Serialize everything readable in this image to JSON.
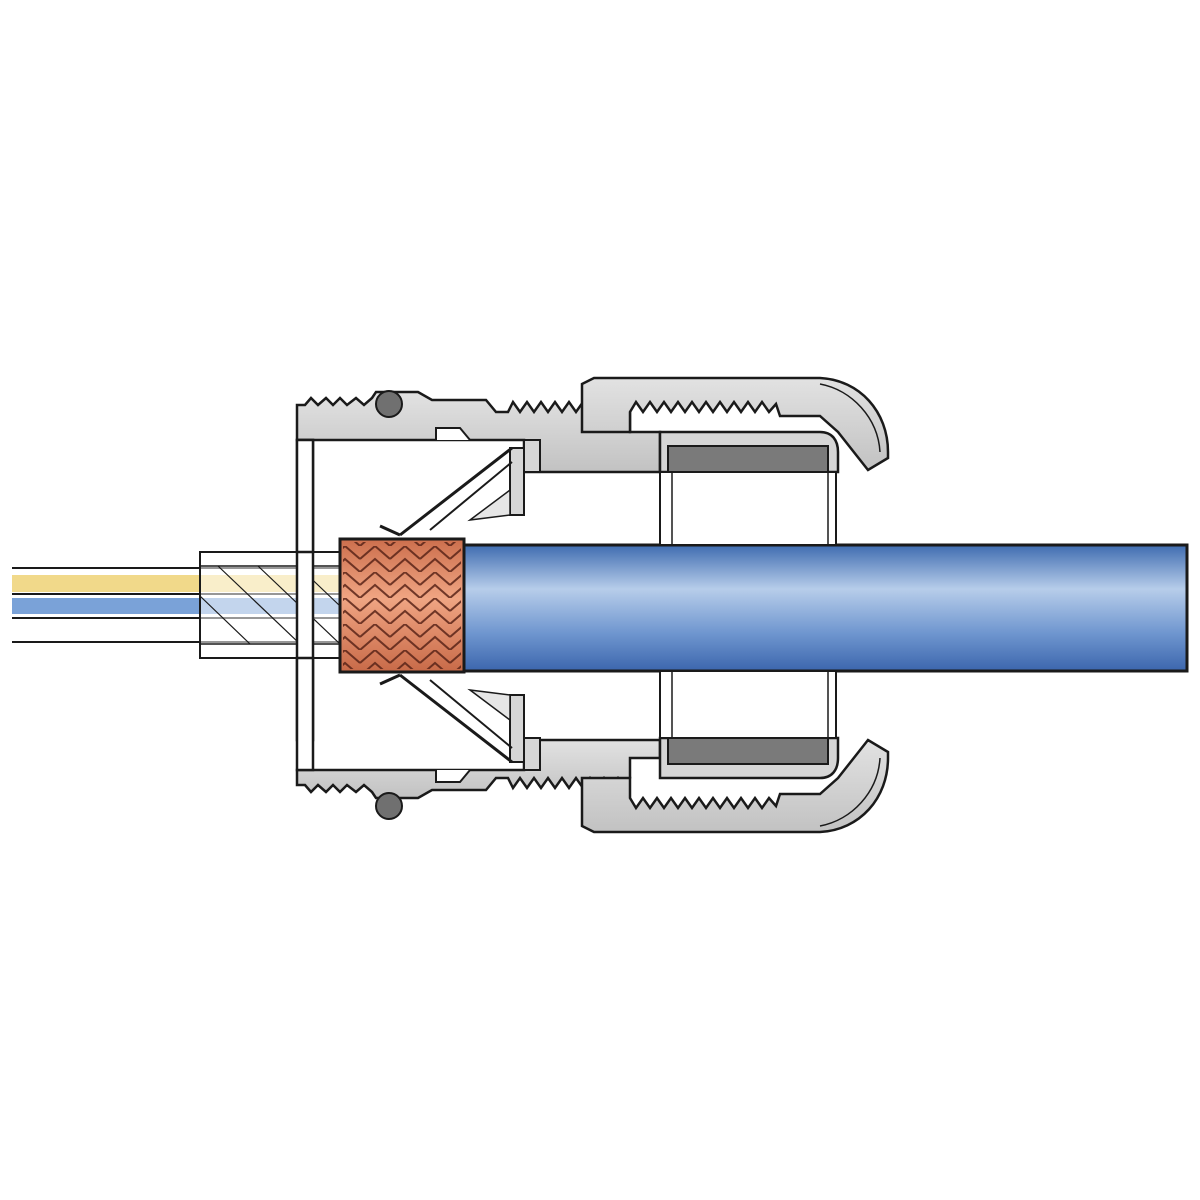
{
  "colors": {
    "background": "#ffffff",
    "outline": "#1a1a1a",
    "metal_body": "#c9c9c9",
    "metal_light": "#d6d6d6",
    "seal_dark": "#7a7a7a",
    "oring": "#707070",
    "braid_shield": "#e08a66",
    "braid_line": "#5a2418",
    "cable_jacket": "#5b86c4",
    "cable_jacket_light": "#b7cdea",
    "wire_yellow": "#f1d98a",
    "wire_blue": "#7aa2d8",
    "inner_insulation": "#ffffff"
  },
  "parts": [
    "cable-jacket",
    "braided-shield",
    "inner-insulation",
    "conductors",
    "gland-body",
    "dome-cap-nut",
    "clamping-seal",
    "shield-contact-cone",
    "o-ring"
  ]
}
